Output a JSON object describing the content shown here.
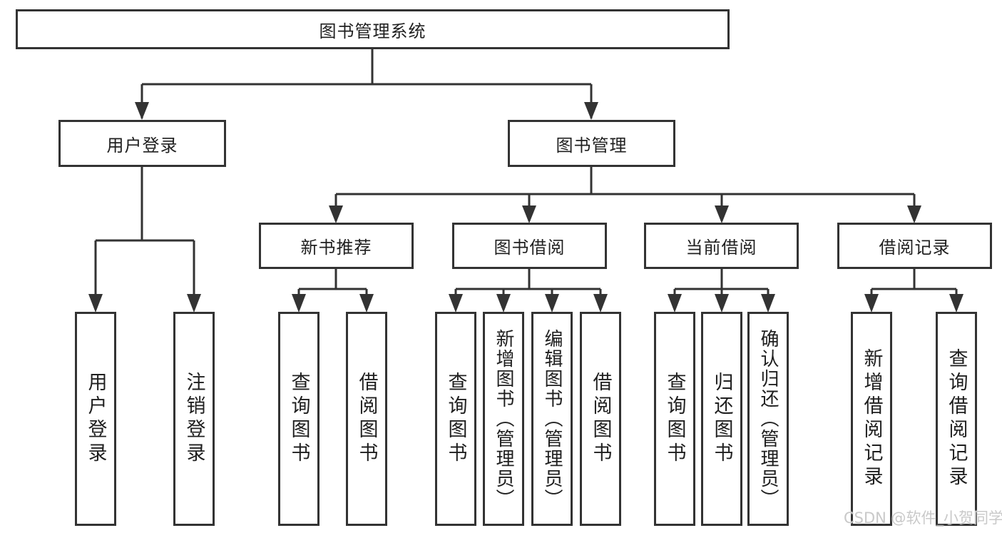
{
  "diagram": {
    "title": "图书管理系统",
    "branches": [
      {
        "label": "用户登录",
        "children": [
          {
            "label": "用户登录"
          },
          {
            "label": "注销登录"
          }
        ]
      },
      {
        "label": "图书管理",
        "children": [
          {
            "label": "新书推荐",
            "children": [
              {
                "label": "查询图书"
              },
              {
                "label": "借阅图书"
              }
            ]
          },
          {
            "label": "图书借阅",
            "children": [
              {
                "label": "查询图书"
              },
              {
                "label": "新增图书（管理员）"
              },
              {
                "label": "编辑图书（管理员）"
              },
              {
                "label": "借阅图书"
              }
            ]
          },
          {
            "label": "当前借阅",
            "children": [
              {
                "label": "查询图书"
              },
              {
                "label": "归还图书"
              },
              {
                "label": "确认归还（管理员）"
              }
            ]
          },
          {
            "label": "借阅记录",
            "children": [
              {
                "label": "新增借阅记录"
              },
              {
                "label": "查询借阅记录"
              }
            ]
          }
        ]
      }
    ]
  },
  "watermark": {
    "text": "CSDN @软件_小贺同学"
  },
  "colors": {
    "line": "#333333",
    "box_border": "#333333",
    "text": "#1f1f1f",
    "background": "#ffffff",
    "watermark": "#c9c9c9"
  }
}
